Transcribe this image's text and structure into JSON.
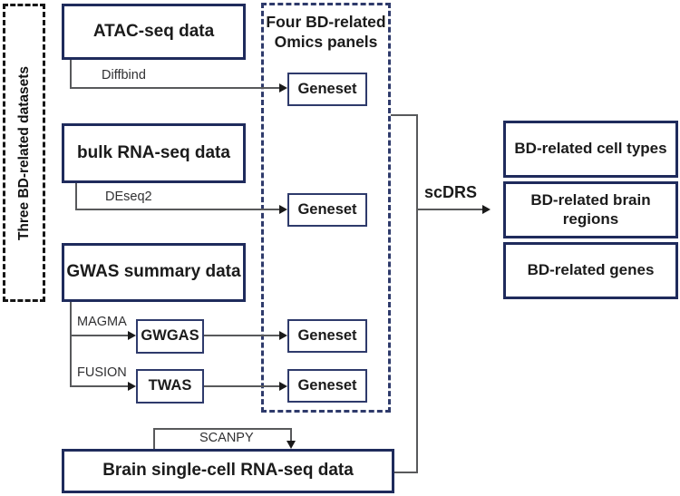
{
  "figure": {
    "bracket_label": "Three BD-related datasets",
    "panel_title_line1": "Four BD-related",
    "panel_title_line2": "Omics panels"
  },
  "boxes": {
    "atac": "ATAC-seq data",
    "bulk_rna": "bulk RNA-seq data",
    "gwas": "GWAS summary data",
    "gwgas": "GWGAS",
    "twas": "TWAS",
    "geneset": "Geneset",
    "brain_sc": "Brain single-cell RNA-seq data"
  },
  "edge_labels": {
    "diffbind": "Diffbind",
    "deseq2": "DEseq2",
    "magma": "MAGMA",
    "fusion": "FUSION",
    "scanpy": "SCANPY",
    "scdrs": "scDRS"
  },
  "outputs": [
    "BD-related cell types",
    "BD-related brain regions",
    "BD-related genes"
  ],
  "colors": {
    "box_border": "#1f2b5c",
    "panel_border": "#2e3a6b",
    "connector": "#58595b",
    "arrow": "#1a1a1a",
    "text": "#1b1b1b",
    "bracket": "#161616",
    "background": "#ffffff"
  }
}
